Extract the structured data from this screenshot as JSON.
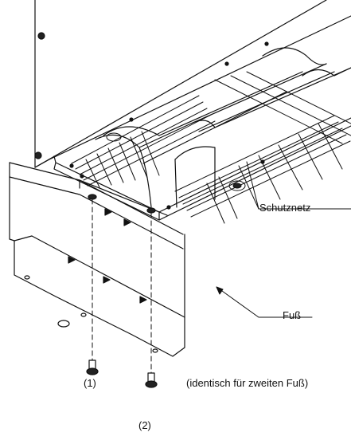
{
  "labels": {
    "protective_net": "Schutznetz",
    "foot": "Fuß",
    "note": "(identisch für zweiten Fuß)",
    "screw_1": "(1)",
    "screw_2": "(2)"
  },
  "icons": [
    "screw-icon",
    "screw-icon"
  ]
}
